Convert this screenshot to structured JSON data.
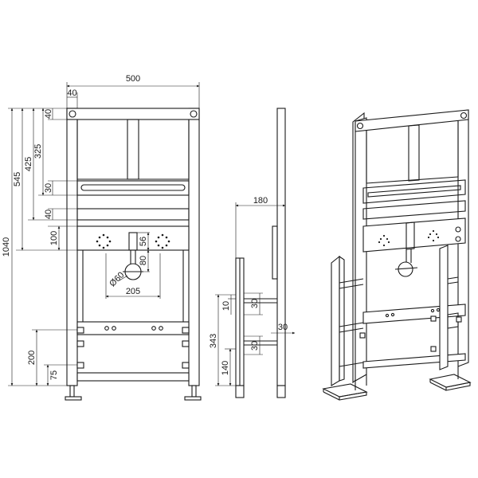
{
  "dimensions": {
    "width_total": "500",
    "side_offset": "40",
    "height_total": "1040",
    "h545": "545",
    "h425": "425",
    "h325": "325",
    "top40": "40",
    "h30": "30",
    "mid40": "40",
    "h100": "100",
    "h200": "200",
    "h75": "75",
    "h56": "56",
    "h80": "80",
    "dia60": "Ø60",
    "w205": "205",
    "depth180": "180",
    "side10": "10",
    "side30a": "30",
    "side343": "343",
    "side30b": "30",
    "side30c": "30",
    "side140": "140"
  },
  "colors": {
    "line": "#1a1a1a",
    "background": "#ffffff"
  }
}
